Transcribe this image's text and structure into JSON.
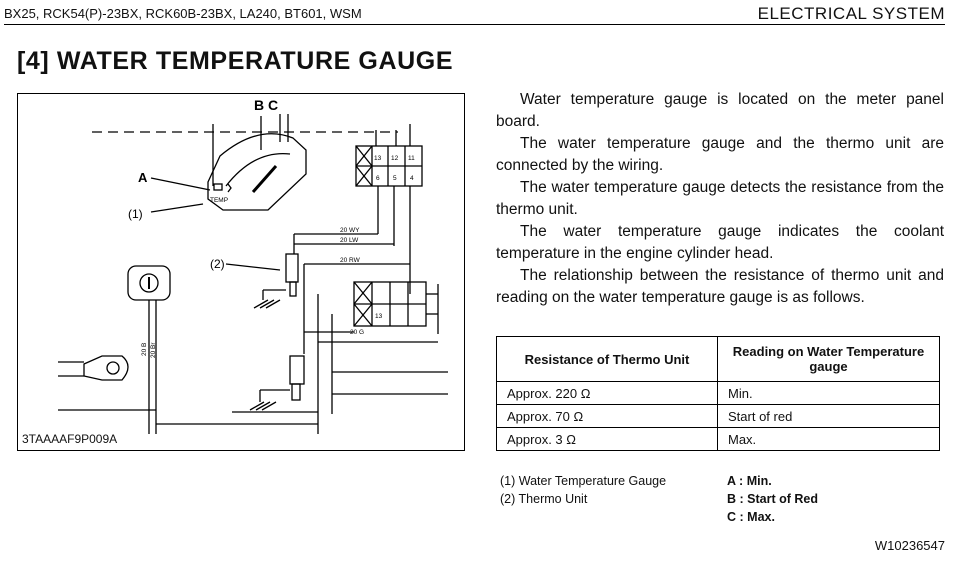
{
  "header": {
    "models": "BX25, RCK54(P)-23BX, RCK60B-23BX, LA240, BT601, WSM",
    "section": "ELECTRICAL SYSTEM"
  },
  "title": "[4]  WATER TEMPERATURE GAUGE",
  "figure": {
    "code": "3TAAAAF9P009A",
    "labels": {
      "bc": "B C",
      "a": "A",
      "one": "(1)",
      "two": "(2)",
      "temp": "TEMP",
      "w20wy": "20 WY",
      "w20lw": "20 LW",
      "w20rw": "20 RW",
      "w20g": "20 G",
      "w20b": "20 B",
      "w20br": "20 Br",
      "pin13a": "13",
      "pin12": "12",
      "pin11": "11",
      "pin6": "6",
      "pin5": "5",
      "pin4": "4",
      "pin13b": "13"
    }
  },
  "description": [
    "Water temperature gauge is located on the meter panel board.",
    "The water temperature gauge and the thermo unit are connected by the wiring.",
    "The water temperature gauge detects the resistance from the thermo unit.",
    "The water temperature gauge indicates the coolant temperature in the engine cylinder head.",
    "The relationship between the resistance of thermo unit and reading on the water temperature gauge is as follows."
  ],
  "table": {
    "headers": [
      "Resistance of Thermo Unit",
      "Reading on Water Temperature gauge"
    ],
    "rows": [
      [
        "Approx. 220 Ω",
        "Min."
      ],
      [
        "Approx. 70 Ω",
        "Start of red"
      ],
      [
        "Approx. 3 Ω",
        "Max."
      ]
    ]
  },
  "legend": {
    "items": [
      "(1)  Water Temperature Gauge",
      "(2)  Thermo Unit"
    ],
    "keys": [
      {
        "key": "A :",
        "value": "Min."
      },
      {
        "key": "B :",
        "value": "Start of Red"
      },
      {
        "key": "C :",
        "value": "Max."
      }
    ]
  },
  "footer": {
    "code": "W10236547"
  }
}
